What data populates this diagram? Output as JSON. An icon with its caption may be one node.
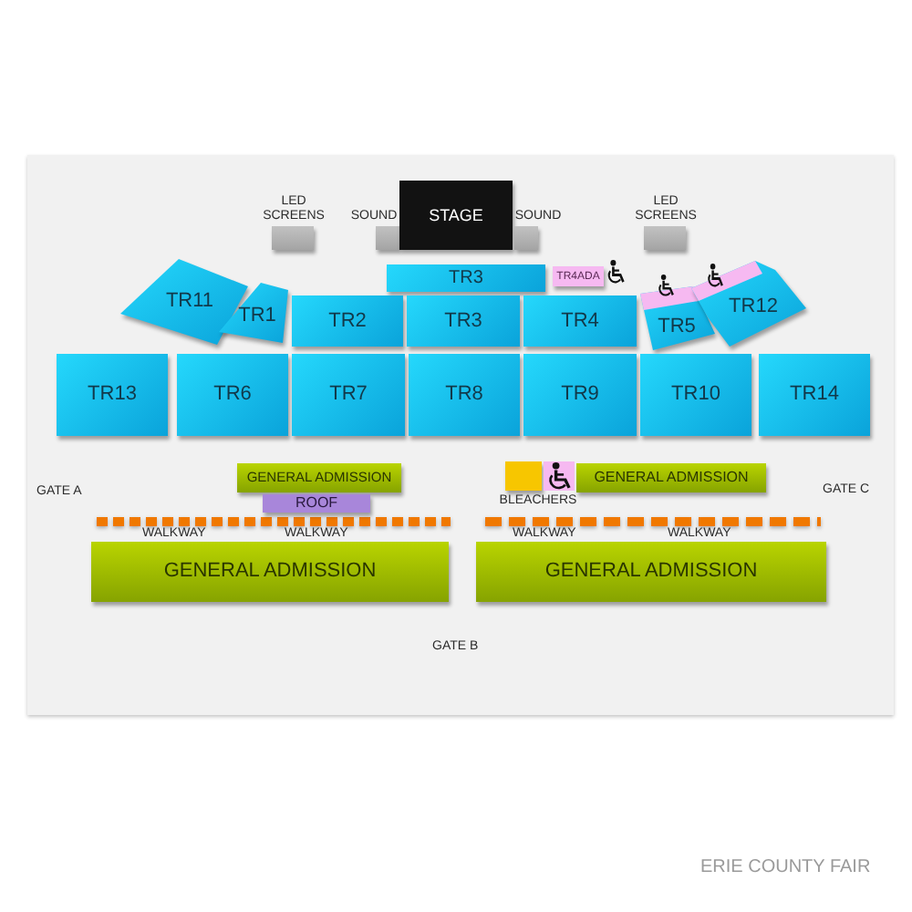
{
  "diagram": {
    "caption": "ERIE COUNTY FAIR",
    "nodes": [
      {
        "text": [
          "LED SCREENS"
        ]
      },
      {
        "text": [
          "SOUND"
        ]
      },
      {
        "text": [
          "STAGE"
        ]
      },
      {
        "text": [
          "SOUND"
        ]
      },
      {
        "text": [
          "LED SCREENS"
        ]
      },
      {
        "text": [
          "TR3"
        ]
      },
      {
        "text": [
          "TR4ADA"
        ]
      },
      {
        "text": [
          "TR11"
        ]
      },
      {
        "text": [
          "TR1"
        ]
      },
      {
        "text": [
          "TR2"
        ]
      },
      {
        "text": [
          "TR3"
        ]
      },
      {
        "text": [
          "TR4"
        ]
      },
      {
        "text": [
          "TR5"
        ]
      },
      {
        "text": [
          "TR12"
        ]
      },
      {
        "text": [
          "TR13"
        ]
      },
      {
        "text": [
          "TR6"
        ]
      },
      {
        "text": [
          "TR7"
        ]
      },
      {
        "text": [
          "TR8"
        ]
      },
      {
        "text": [
          "TR9"
        ]
      },
      {
        "text": [
          "TR10"
        ]
      },
      {
        "text": [
          "TR14"
        ]
      },
      {
        "text": [
          "GENERAL ADMISSION"
        ]
      },
      {
        "text": [
          "ROOF"
        ]
      },
      {
        "text": [
          "BLEACHERS"
        ]
      },
      {
        "text": [
          "GENERAL ADMISSION"
        ]
      },
      {
        "text": [
          "GENERAL ADMISSION"
        ]
      },
      {
        "text": [
          "GENERAL ADMISSION"
        ]
      }
    ],
    "labels": [
      "GATE A",
      "GATE C",
      "WALKWAY",
      "WALKWAY",
      "WALKWAY",
      "WALKWAY",
      "GATE B"
    ]
  }
}
